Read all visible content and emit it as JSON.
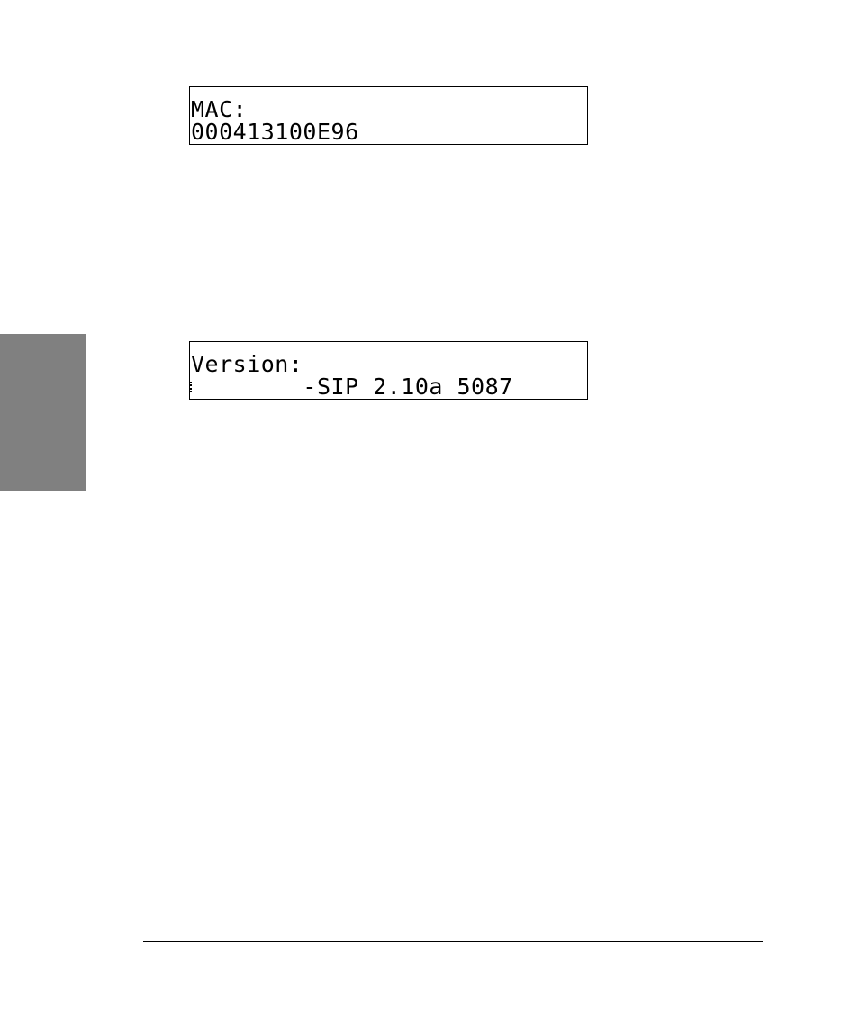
{
  "mac_display": {
    "line1": "MAC:",
    "line2": "000413100E96"
  },
  "version_display": {
    "line1": "Version:",
    "line2": "        -SIP 2.10a 5087"
  },
  "colors": {
    "thumb_tab": "#808080",
    "rule": "#000000",
    "background": "#ffffff"
  }
}
